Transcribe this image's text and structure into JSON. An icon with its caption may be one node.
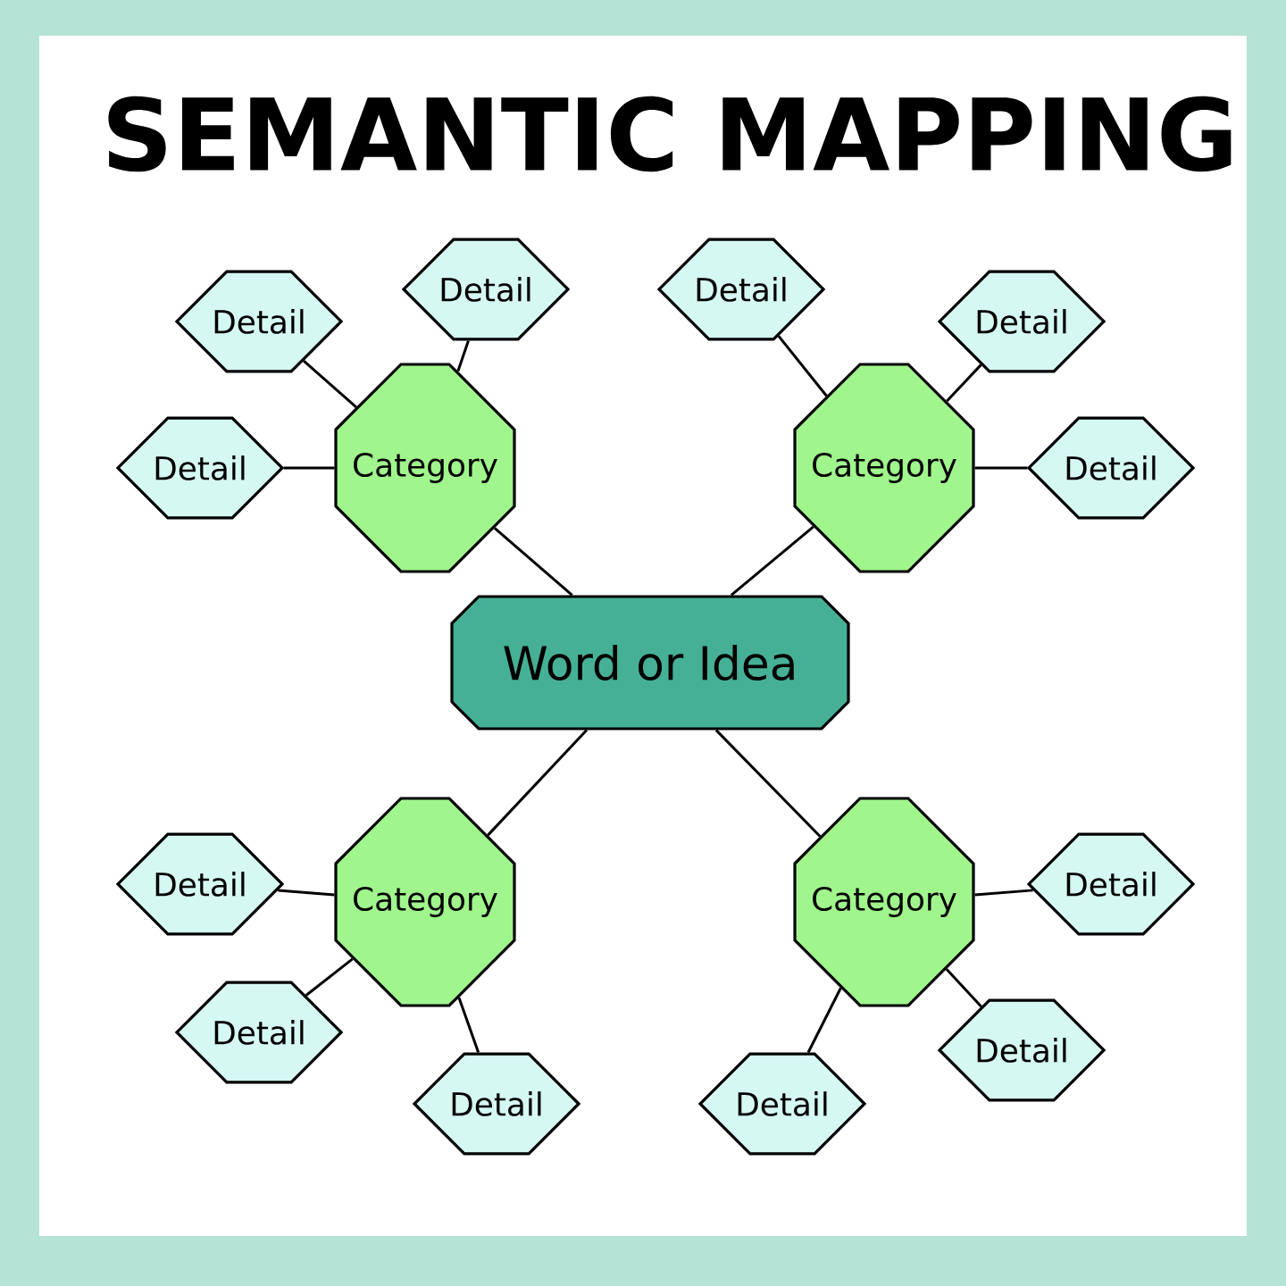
{
  "diagram": {
    "title": "SEMANTIC MAPPING",
    "nodes": [
      {
        "text": [
          "Word or Idea"
        ]
      },
      {
        "text": [
          "Category"
        ]
      },
      {
        "text": [
          "Category"
        ]
      },
      {
        "text": [
          "Category"
        ]
      },
      {
        "text": [
          "Category"
        ]
      },
      {
        "text": [
          "Detail"
        ]
      },
      {
        "text": [
          "Detail"
        ]
      },
      {
        "text": [
          "Detail"
        ]
      },
      {
        "text": [
          "Detail"
        ]
      },
      {
        "text": [
          "Detail"
        ]
      },
      {
        "text": [
          "Detail"
        ]
      },
      {
        "text": [
          "Detail"
        ]
      },
      {
        "text": [
          "Detail"
        ]
      },
      {
        "text": [
          "Detail"
        ]
      },
      {
        "text": [
          "Detail"
        ]
      },
      {
        "text": [
          "Detail"
        ]
      },
      {
        "text": [
          "Detail"
        ]
      }
    ],
    "edges": [
      {
        "from": 0,
        "to": 1,
        "arrow": "none"
      },
      {
        "from": 0,
        "to": 2,
        "arrow": "none"
      },
      {
        "from": 0,
        "to": 3,
        "arrow": "none"
      },
      {
        "from": 0,
        "to": 4,
        "arrow": "none"
      },
      {
        "from": 1,
        "to": 5,
        "arrow": "none"
      },
      {
        "from": 1,
        "to": 6,
        "arrow": "none"
      },
      {
        "from": 1,
        "to": 7,
        "arrow": "none"
      },
      {
        "from": 2,
        "to": 8,
        "arrow": "none"
      },
      {
        "from": 2,
        "to": 9,
        "arrow": "none"
      },
      {
        "from": 2,
        "to": 10,
        "arrow": "none"
      },
      {
        "from": 3,
        "to": 11,
        "arrow": "none"
      },
      {
        "from": 3,
        "to": 12,
        "arrow": "none"
      },
      {
        "from": 3,
        "to": 13,
        "arrow": "none"
      },
      {
        "from": 4,
        "to": 14,
        "arrow": "none"
      },
      {
        "from": 4,
        "to": 15,
        "arrow": "none"
      },
      {
        "from": 4,
        "to": 16,
        "arrow": "none"
      }
    ]
  }
}
